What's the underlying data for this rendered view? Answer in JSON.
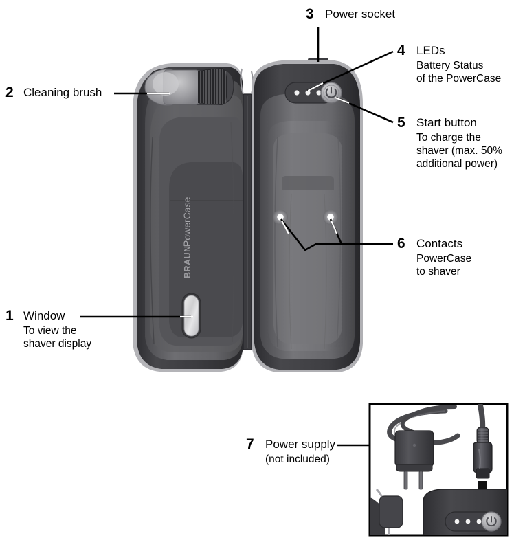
{
  "figure": {
    "title": "Braun PowerCase parts diagram",
    "callouts": [
      {
        "number": "1",
        "label": "Window",
        "sublines": [
          "To view the",
          "shaver display"
        ]
      },
      {
        "number": "2",
        "label": "Cleaning brush",
        "sublines": []
      },
      {
        "number": "3",
        "label": "Power socket",
        "sublines": []
      },
      {
        "number": "4",
        "label": "LEDs",
        "sublines": [
          "Battery Status",
          "of the PowerCase"
        ]
      },
      {
        "number": "5",
        "label": "Start button",
        "sublines": [
          "To charge the",
          "shaver  (max. 50%",
          "additional power)"
        ]
      },
      {
        "number": "6",
        "label": "Contacts",
        "sublines": [
          "PowerCase",
          "to shaver"
        ]
      },
      {
        "number": "7",
        "label": "Power supply",
        "sublines": [
          "(not included)"
        ]
      }
    ],
    "brand_text": "BRAUN",
    "product_text": "PowerCase",
    "led_count": 3,
    "contact_count": 2,
    "colors": {
      "case_shell_dark": "#37373a",
      "case_interior_gray": "#6b6b6e",
      "case_mid_gray": "#55555a",
      "case_light_edge": "#a9a9ad",
      "brush_handle": "#8e8e92",
      "bristles": "#2b2b2e",
      "window_glass": "#d2d2d4",
      "led_white": "#f2f2f2",
      "contact_white": "#ffffff",
      "arrow_black": "#111111",
      "inset_border": "#000000",
      "background": "#ffffff"
    }
  }
}
